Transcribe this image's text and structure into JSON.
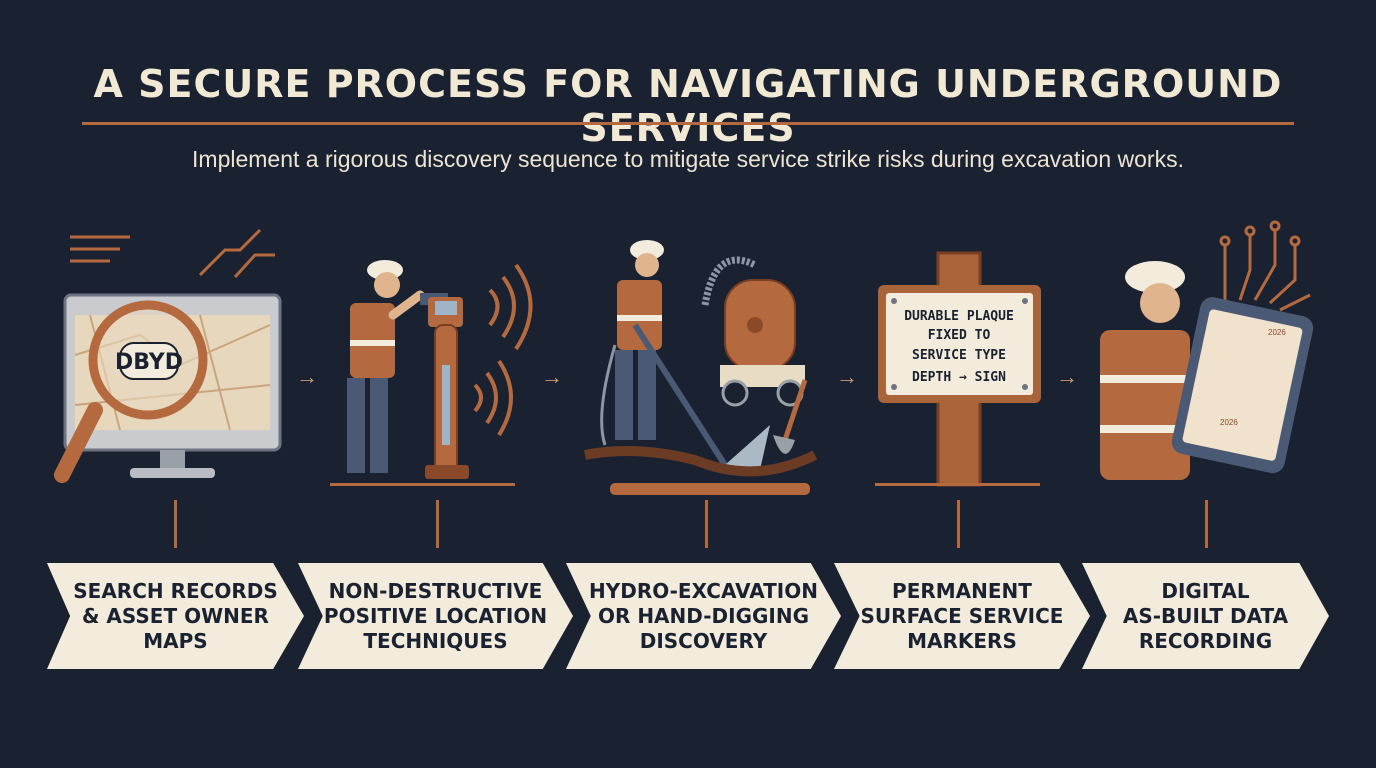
{
  "header": {
    "title": "A SECURE PROCESS FOR NAVIGATING UNDERGROUND SERVICES",
    "subtitle": "Implement a rigorous discovery sequence to mitigate service strike risks during excavation works."
  },
  "illustrations": {
    "monitor_label": "DBYD",
    "plaque_lines": [
      "DURABLE PLAQUE",
      "FIXED TO",
      "SERVICE TYPE",
      "DEPTH → SIGN"
    ],
    "tablet_year_top": "2026",
    "tablet_year_bottom": "2026"
  },
  "steps": [
    {
      "label": "SEARCH RECORDS\n& ASSET OWNER\nMAPS"
    },
    {
      "label": "NON-DESTRUCTIVE\nPOSITIVE LOCATION\nTECHNIQUES"
    },
    {
      "label": "HYDRO-EXCAVATION\nOR HAND-DIGGING\nDISCOVERY"
    },
    {
      "label": "PERMANENT\nSURFACE SERVICE\nMARKERS"
    },
    {
      "label": "DIGITAL\nAS-BUILT DATA\nRECORDING"
    }
  ],
  "colors": {
    "background": "#1a2231",
    "accent": "#b46a3e",
    "cream": "#f3ecdc"
  }
}
